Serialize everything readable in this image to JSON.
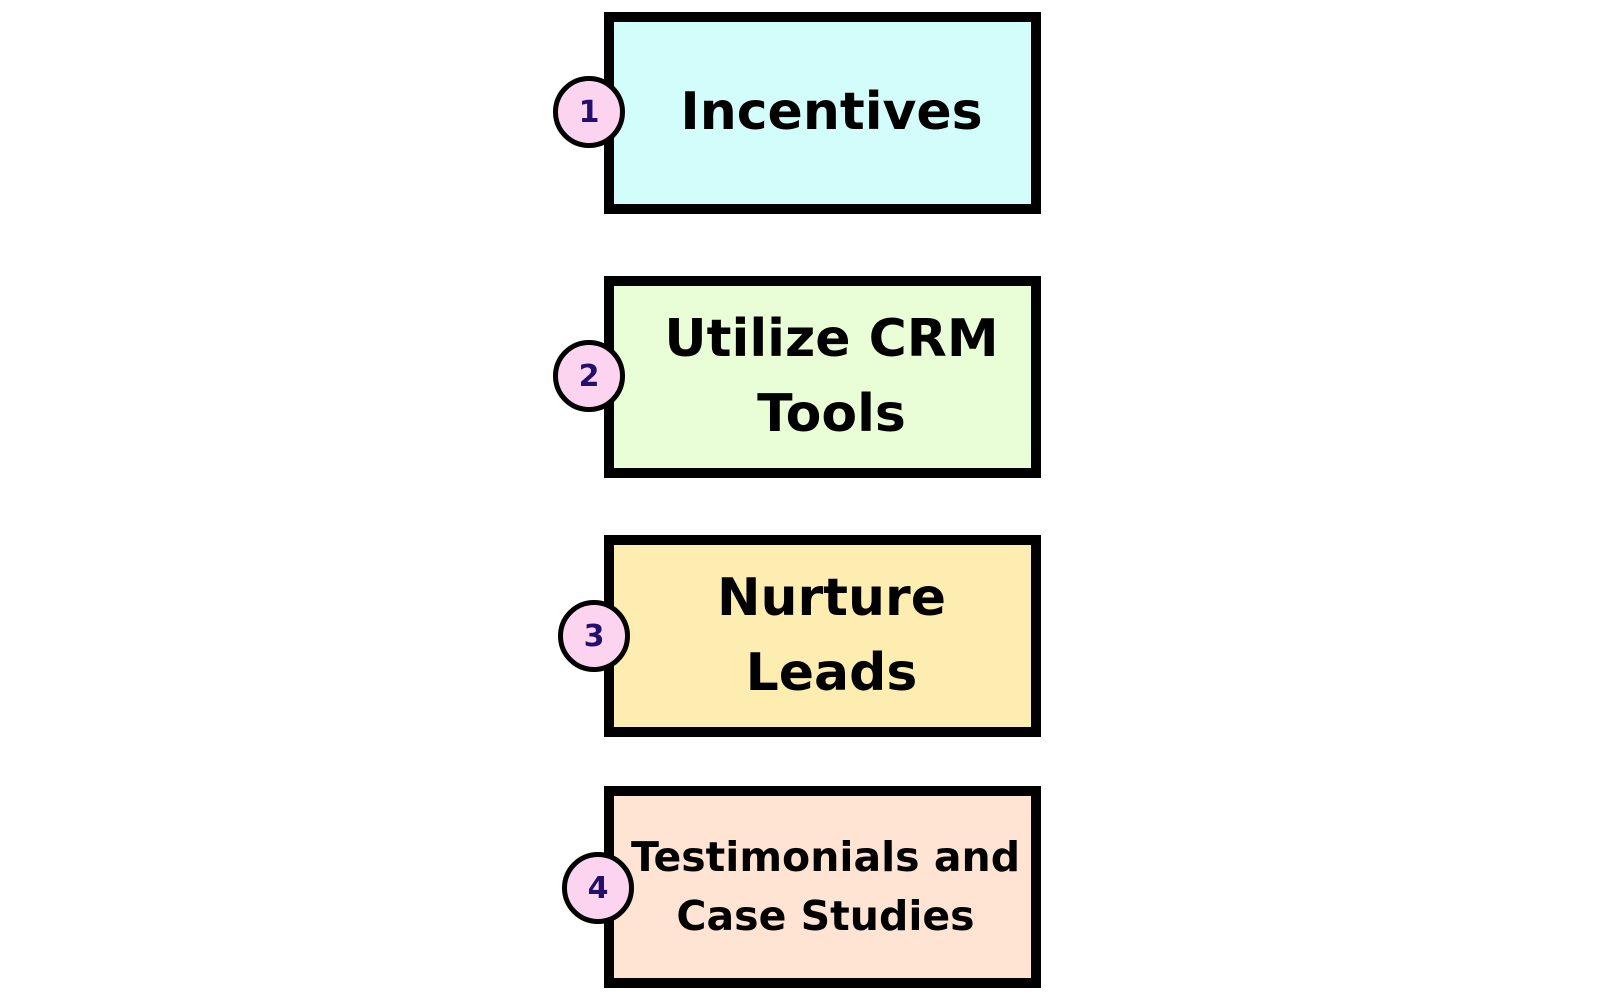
{
  "steps": [
    {
      "number": "1",
      "label": "Incentives",
      "fill": "#d3fdfb"
    },
    {
      "number": "2",
      "label": "Utilize CRM\nTools",
      "fill": "#e9fed6"
    },
    {
      "number": "3",
      "label": "Nurture\nLeads",
      "fill": "#feedb0"
    },
    {
      "number": "4",
      "label": "Testimonials and\nCase Studies",
      "fill": "#ffe3d3"
    }
  ],
  "colors": {
    "badge_fill": "#fdd4f0",
    "badge_text": "#24106b",
    "border": "#000000"
  }
}
